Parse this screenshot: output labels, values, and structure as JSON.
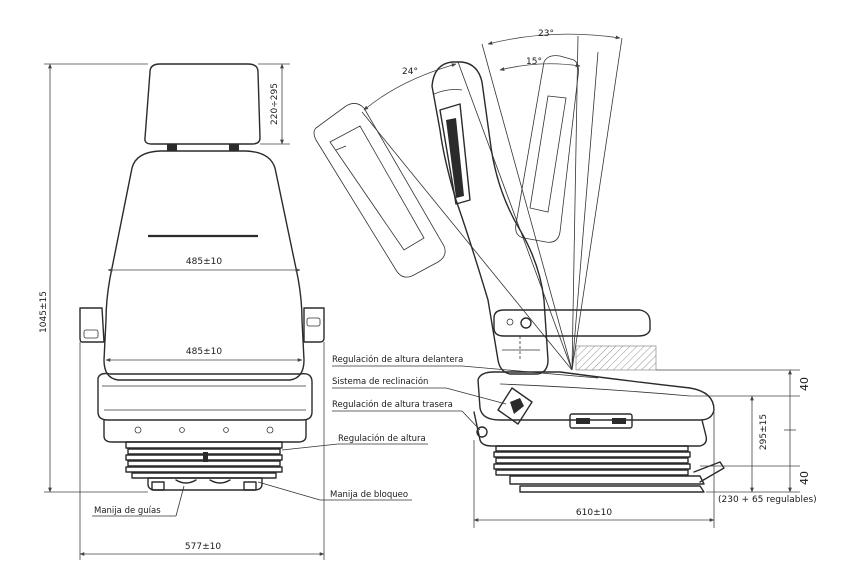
{
  "front_view": {
    "height_total": "1045±15",
    "headrest_adjust": "220÷295",
    "backrest_width": "485±10",
    "seat_width": "485±10",
    "base_width": "577±10",
    "label_height_regulation": "Regulación de altura",
    "label_lock_handle": "Manija de bloqueo",
    "label_rail_handle": "Manija de guías"
  },
  "side_view": {
    "angle_back": "24°",
    "angle_forward_max": "23°",
    "angle_forward": "15°",
    "label_front_height": "Regulación de altura delantera",
    "label_recline": "Sistema de reclinación",
    "label_rear_height": "Regulación de altura trasera",
    "seat_height": "295±15",
    "travel_top": "40",
    "travel_bottom": "40",
    "depth": "610±10",
    "rail_adjust": "(230 + 65 regulables)"
  }
}
